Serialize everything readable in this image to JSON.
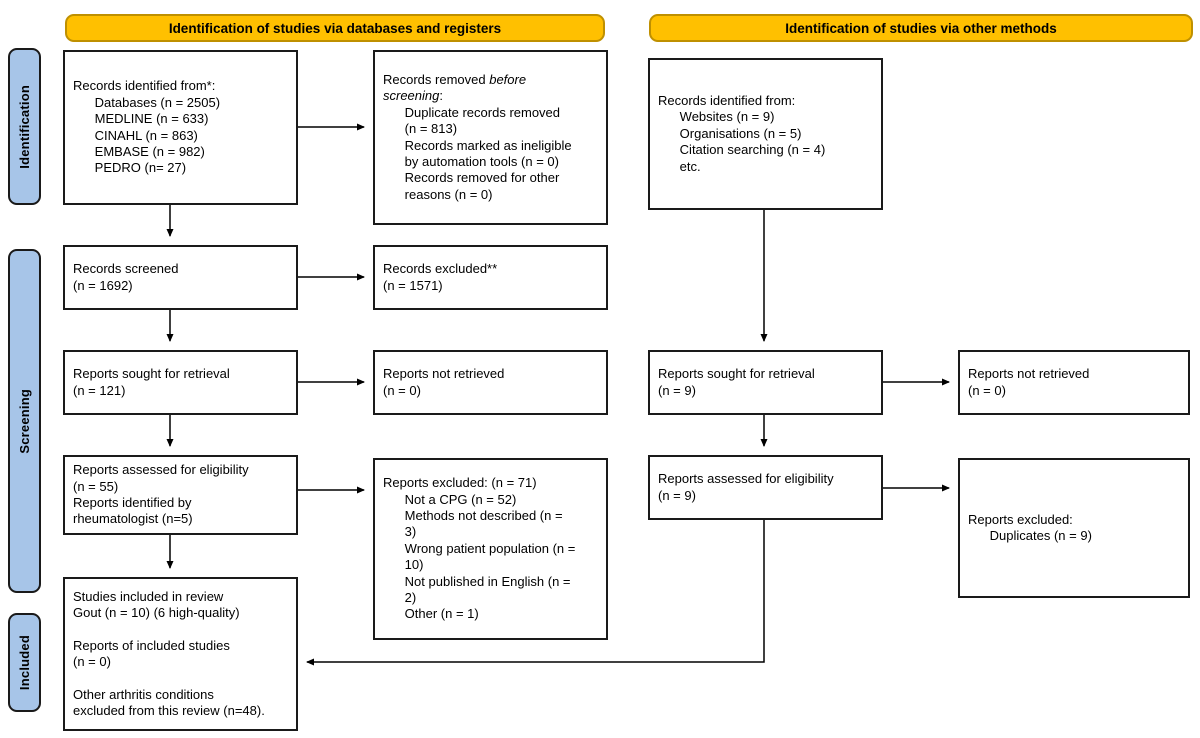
{
  "headers": {
    "databases": "Identification of studies via databases and registers",
    "other": "Identification of studies via other methods"
  },
  "stages": {
    "identification": "Identification",
    "screening": "Screening",
    "included": "Included"
  },
  "colors": {
    "header_bg": "#FFC000",
    "header_border": "#BF9000",
    "stage_bg": "#A7C5E8",
    "box_border": "#000000"
  },
  "boxes": {
    "records_identified_db": "Records identified from*:\n      Databases (n = 2505)\n      MEDLINE (n = 633)\n      CINAHL (n = 863)\n      EMBASE (n = 982)\n      PEDRO (n= 27)",
    "records_removed": {
      "pre": "Records removed ",
      "italic": "before\nscreening",
      "post": ":",
      "items": "      Duplicate records removed\n      (n = 813)\n      Records marked as ineligible\n      by automation tools (n = 0)\n      Records removed for other\n      reasons (n = 0)"
    },
    "records_identified_other": "Records identified from:\n      Websites (n = 9)\n      Organisations (n = 5)\n      Citation searching (n = 4)\n      etc.",
    "records_screened": "Records screened\n(n = 1692)",
    "records_excluded": "Records excluded**\n(n = 1571)",
    "reports_sought_db": "Reports sought for retrieval\n(n = 121)",
    "reports_not_retrieved_db": "Reports not retrieved\n(n = 0)",
    "reports_assessed_db": "Reports assessed for eligibility\n(n = 55)\nReports identified by\nrheumatologist (n=5)",
    "reports_excluded_db": "Reports excluded: (n = 71)\n      Not a CPG (n = 52)\n      Methods not described (n =\n      3)\n      Wrong patient population (n =\n      10)\n      Not published in English (n =\n      2)\n      Other (n = 1)",
    "studies_included": "Studies included in review\nGout (n = 10) (6 high-quality)\n\nReports of included studies\n(n = 0)\n\nOther arthritis conditions\nexcluded from this review (n=48).",
    "reports_sought_other": "Reports sought for retrieval\n(n = 9)",
    "reports_not_retrieved_other": "Reports not retrieved\n(n = 0)",
    "reports_assessed_other": "Reports assessed for eligibility\n(n = 9)",
    "reports_excluded_other": "Reports excluded:\n      Duplicates (n = 9)"
  }
}
